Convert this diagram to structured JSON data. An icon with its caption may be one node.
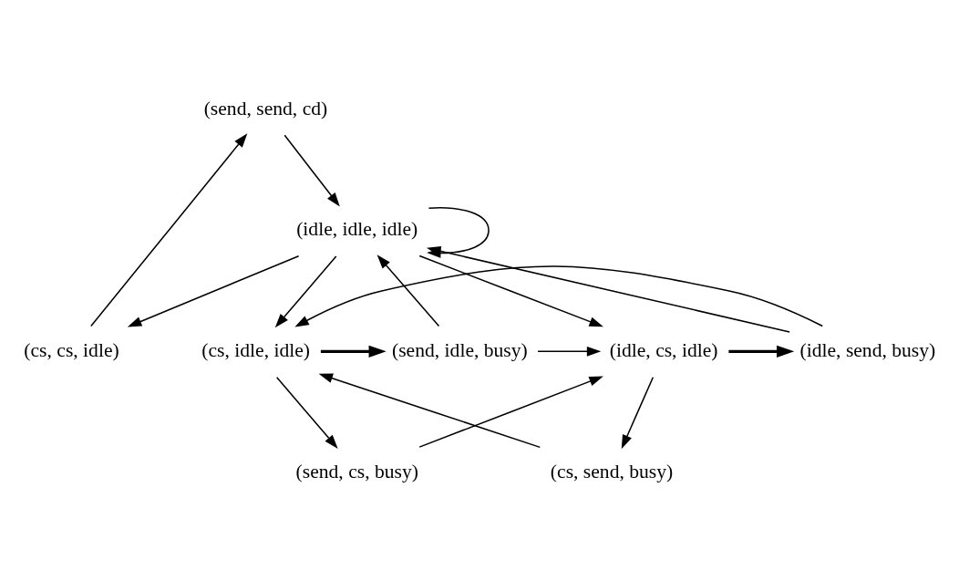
{
  "diagram": {
    "nodes": [
      {
        "text": [
          "(send, send, cd)"
        ]
      },
      {
        "text": [
          "(cs, cs, idle)"
        ]
      },
      {
        "text": [
          "(idle, idle, idle)"
        ]
      },
      {
        "text": [
          "(cs, idle, idle)"
        ]
      },
      {
        "text": [
          "(send, idle, busy)"
        ]
      },
      {
        "text": [
          "(idle, send, busy)"
        ]
      },
      {
        "text": [
          "(idle, cs, idle)"
        ]
      },
      {
        "text": [
          "(send, cs, busy)"
        ]
      },
      {
        "text": [
          "(cs, send, busy)"
        ]
      }
    ],
    "edges": [
      {
        "from": 1,
        "to": 0,
        "arrow": "to"
      },
      {
        "from": 2,
        "to": 1,
        "arrow": "to"
      },
      {
        "from": 0,
        "to": 2,
        "arrow": "to"
      },
      {
        "from": 2,
        "to": 2,
        "arrow": "to"
      },
      {
        "from": 2,
        "to": 3,
        "arrow": "to"
      },
      {
        "from": 2,
        "to": 6,
        "arrow": "to"
      },
      {
        "from": 4,
        "to": 2,
        "arrow": "to"
      },
      {
        "from": 5,
        "to": 2,
        "arrow": "to"
      },
      {
        "from": 3,
        "to": 4,
        "arrow": "to",
        "style": "thick"
      },
      {
        "from": 6,
        "to": 5,
        "arrow": "to",
        "style": "thick"
      },
      {
        "from": 5,
        "to": 3,
        "arrow": "to"
      },
      {
        "from": 4,
        "to": 6,
        "arrow": "to"
      },
      {
        "from": 3,
        "to": 7,
        "arrow": "to"
      },
      {
        "from": 6,
        "to": 8,
        "arrow": "to"
      },
      {
        "from": 7,
        "to": 6,
        "arrow": "to"
      },
      {
        "from": 8,
        "to": 3,
        "arrow": "to"
      }
    ]
  }
}
